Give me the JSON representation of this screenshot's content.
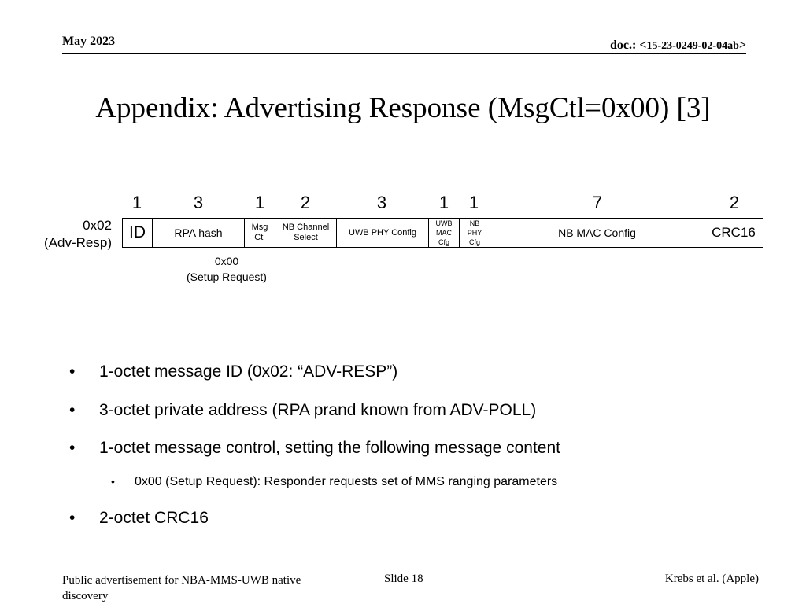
{
  "header": {
    "date": "May 2023",
    "doc_prefix": "doc.: ",
    "doc_open": "<",
    "doc_number": "15-23-0249-02-04ab",
    "doc_close": ">"
  },
  "title": "Appendix: Advertising Response (MsgCtl=0x00) [3]",
  "frame": {
    "message_id_value": "0x02",
    "message_id_name": "(Adv-Resp)",
    "octets": [
      "1",
      "3",
      "1",
      "2",
      "3",
      "1",
      "1",
      "7",
      "2"
    ],
    "fields": [
      {
        "lines": [
          "ID"
        ]
      },
      {
        "lines": [
          "RPA hash"
        ]
      },
      {
        "lines": [
          "Msg",
          "Ctl"
        ]
      },
      {
        "lines": [
          "NB Channel",
          "Select"
        ]
      },
      {
        "lines": [
          "UWB PHY Config"
        ]
      },
      {
        "lines": [
          "UWB",
          "MAC",
          "Cfg"
        ]
      },
      {
        "lines": [
          "NB",
          "PHY",
          "Cfg"
        ]
      },
      {
        "lines": [
          "NB MAC Config"
        ]
      },
      {
        "lines": [
          "CRC16"
        ]
      }
    ],
    "msgctl_note": {
      "value": "0x00",
      "label": "(Setup Request)"
    }
  },
  "bullets": [
    {
      "level": 1,
      "text": "1-octet message ID (0x02: “ADV-RESP”)"
    },
    {
      "level": 1,
      "text": "3-octet private address (RPA prand known from ADV-POLL)"
    },
    {
      "level": 1,
      "text": "1-octet message control, setting the following message content"
    },
    {
      "level": 2,
      "text": "0x00 (Setup Request): Responder requests set of MMS ranging parameters"
    },
    {
      "level": 1,
      "text": "2-octet CRC16"
    }
  ],
  "bullet_symbol": "•",
  "footer": {
    "left": "Public advertisement for NBA-MMS-UWB native discovery",
    "slide": "Slide 18",
    "right": "Krebs et al. (Apple)"
  }
}
